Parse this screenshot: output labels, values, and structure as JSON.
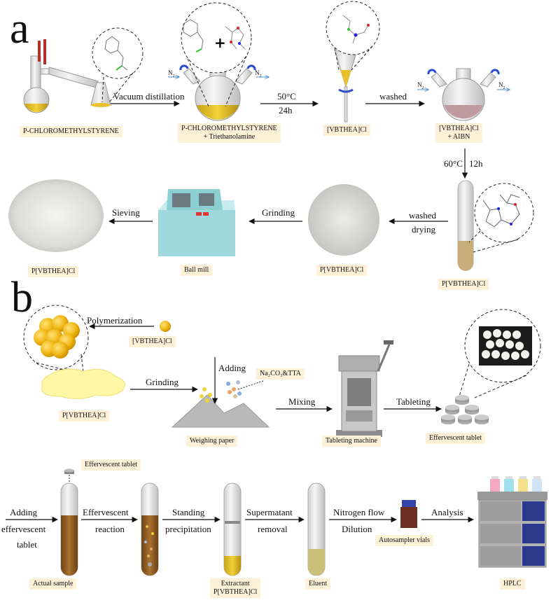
{
  "panel_a": {
    "letter": "a",
    "steps": {
      "vacuum": "Vacuum distillation",
      "temp1": "50°C",
      "time1": "24h",
      "washed": "washed",
      "temp2": "60°C",
      "time2": "12h",
      "washed2": "washed",
      "drying": "drying",
      "grinding": "Grinding",
      "sieving": "Sieving"
    },
    "labels": {
      "reactant": "P-CHLOROMETHYLSTYRENE",
      "mix1": "P-CHLOROMETHYLSTYRENE",
      "mix2": "+ Triethanolamine",
      "monomer": "[VBTHEA]Cl",
      "init1": "[VBTHEA]Cl",
      "init2": "+ AIBN",
      "poly_tube": "P[VBTHEA]Cl",
      "poly_dish": "P[VBTHEA]Cl",
      "ball_mill": "Ball mill",
      "poly_final": "P[VBTHEA]Cl"
    },
    "n2": "N"
  },
  "panel_b": {
    "letter": "b",
    "steps": {
      "polymerization": "Polymerization",
      "grinding": "Grinding",
      "adding": "Adding",
      "mixing": "Mixing",
      "tableting": "Tableting"
    },
    "labels": {
      "monomer": "[VBTHEA]Cl",
      "polymer": "P[VBTHEA]Cl",
      "additives": "Na₂CO₃&TTA",
      "weighing": "Weighing paper",
      "machine": "Tableting machine",
      "tablet": "Effervescent tablet"
    },
    "extraction": {
      "tablet_label": "Effervescent tablet",
      "add1": "Adding",
      "add2": "effervescent",
      "add3": "tablet",
      "eff1": "Effervescent",
      "eff2": "reaction",
      "stand1": "Standing",
      "stand2": "precipitation",
      "sup1": "Supermatant",
      "sup2": "removal",
      "nit1": "Nitrogen flow",
      "nit2": "Dilution",
      "analysis": "Analysis",
      "sample": "Actual sample",
      "extr1": "Extractant",
      "extr2": "P[VBTHEA]Cl",
      "eluent": "Eluent",
      "vials": "Autosampler vials",
      "hplc": "HPLC"
    }
  },
  "colors": {
    "yellow": "#e8c22a",
    "brown": "#9b6a2c",
    "tube_glass": "#f4f4f4",
    "label_bg": "#fdf1d8",
    "mill": "#9fd8dc",
    "hplc_blue": "#2b3a8c"
  }
}
